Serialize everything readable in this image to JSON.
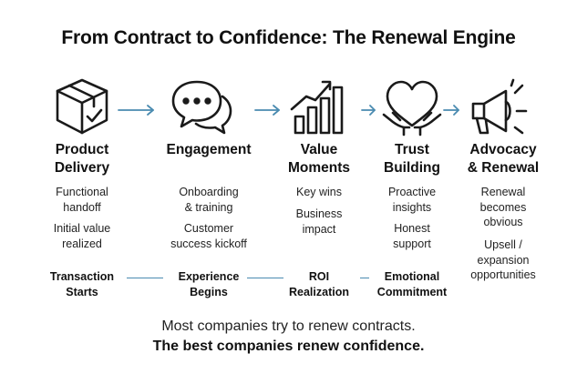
{
  "title": "From Contract to Confidence: The Renewal Engine",
  "colors": {
    "arrow": "#4a8bb0",
    "icon_stroke": "#1a1a1a"
  },
  "stages": [
    {
      "icon": "package-check-icon",
      "title_line1": "Product",
      "title_line2": "Delivery",
      "desc": [
        "Functional",
        "handoff",
        "Initial value",
        "realized"
      ]
    },
    {
      "icon": "chat-bubbles-icon",
      "title_line1": "Engagement",
      "title_line2": "",
      "desc": [
        "Onboarding",
        "& training",
        "Customer",
        "success kickoff"
      ]
    },
    {
      "icon": "growth-chart-icon",
      "title_line1": "Value",
      "title_line2": "Moments",
      "desc": [
        "Key wins",
        "Business",
        "impact"
      ]
    },
    {
      "icon": "heart-hands-icon",
      "title_line1": "Trust",
      "title_line2": "Building",
      "desc": [
        "Proactive",
        "insights",
        "Honest",
        "support"
      ]
    },
    {
      "icon": "megaphone-icon",
      "title_line1": "Advocacy",
      "title_line2": "& Renewal",
      "desc": [
        "Renewal",
        "becomes",
        "obvious",
        "Upsell /",
        "expansion",
        "opportunities"
      ]
    }
  ],
  "milestones": [
    {
      "line1": "Transaction",
      "line2": "Starts"
    },
    {
      "line1": "Experience",
      "line2": "Begins"
    },
    {
      "line1": "ROI",
      "line2": "Realization"
    },
    {
      "line1": "Emotional",
      "line2": "Commitment"
    }
  ],
  "footer": {
    "line1": "Most companies try to renew contracts.",
    "line2": "The best companies renew confidence."
  }
}
